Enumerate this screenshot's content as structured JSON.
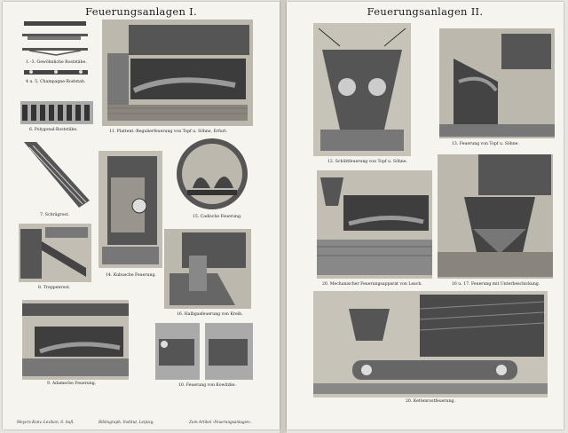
{
  "left": {
    "title": "Feuerungsanlagen I.",
    "captions": {
      "c1": "1.–3. Gewöhnliche Roststäbe.",
      "c2": "4 u. 5. Champagne-Roststab.",
      "c3": "6. Polygonal-Roststäbe.",
      "c4": "11. Plattent.-Regulierfeuerung von Topf u. Söhne, Erfurt.",
      "c5": "7. Schrägrost.",
      "c6": "15. Cadische Feuerung.",
      "c7": "14. Kubusche Feuerung.",
      "c8": "8. Treppenrost.",
      "c9": "16. Halbgasfeuerung von Kreih.",
      "c10": "9. Adamsche Feuerung.",
      "c11": "10. Feuerung von Kowitzke."
    },
    "footer": {
      "left": "Meyers Konv.-Lexikon, 6. Aufl.",
      "middle": "Bibliograph. Institut, Leipzig.",
      "right": "Zum Artikel ›Feuerungsanlagen‹."
    }
  },
  "right": {
    "title": "Feuerungsanlagen II.",
    "captions": {
      "c1": "12. Schüttfeuerung von Topf u. Söhne.",
      "c2": "13. Feuerung von Topf u. Söhne.",
      "c3": "20. Mechanischer Feuerungsapparat von Leach.",
      "c4": "16 u. 17. Feuerung mit Unterbeschickung.",
      "c5": "20. Kettenrostfeuerung."
    }
  }
}
